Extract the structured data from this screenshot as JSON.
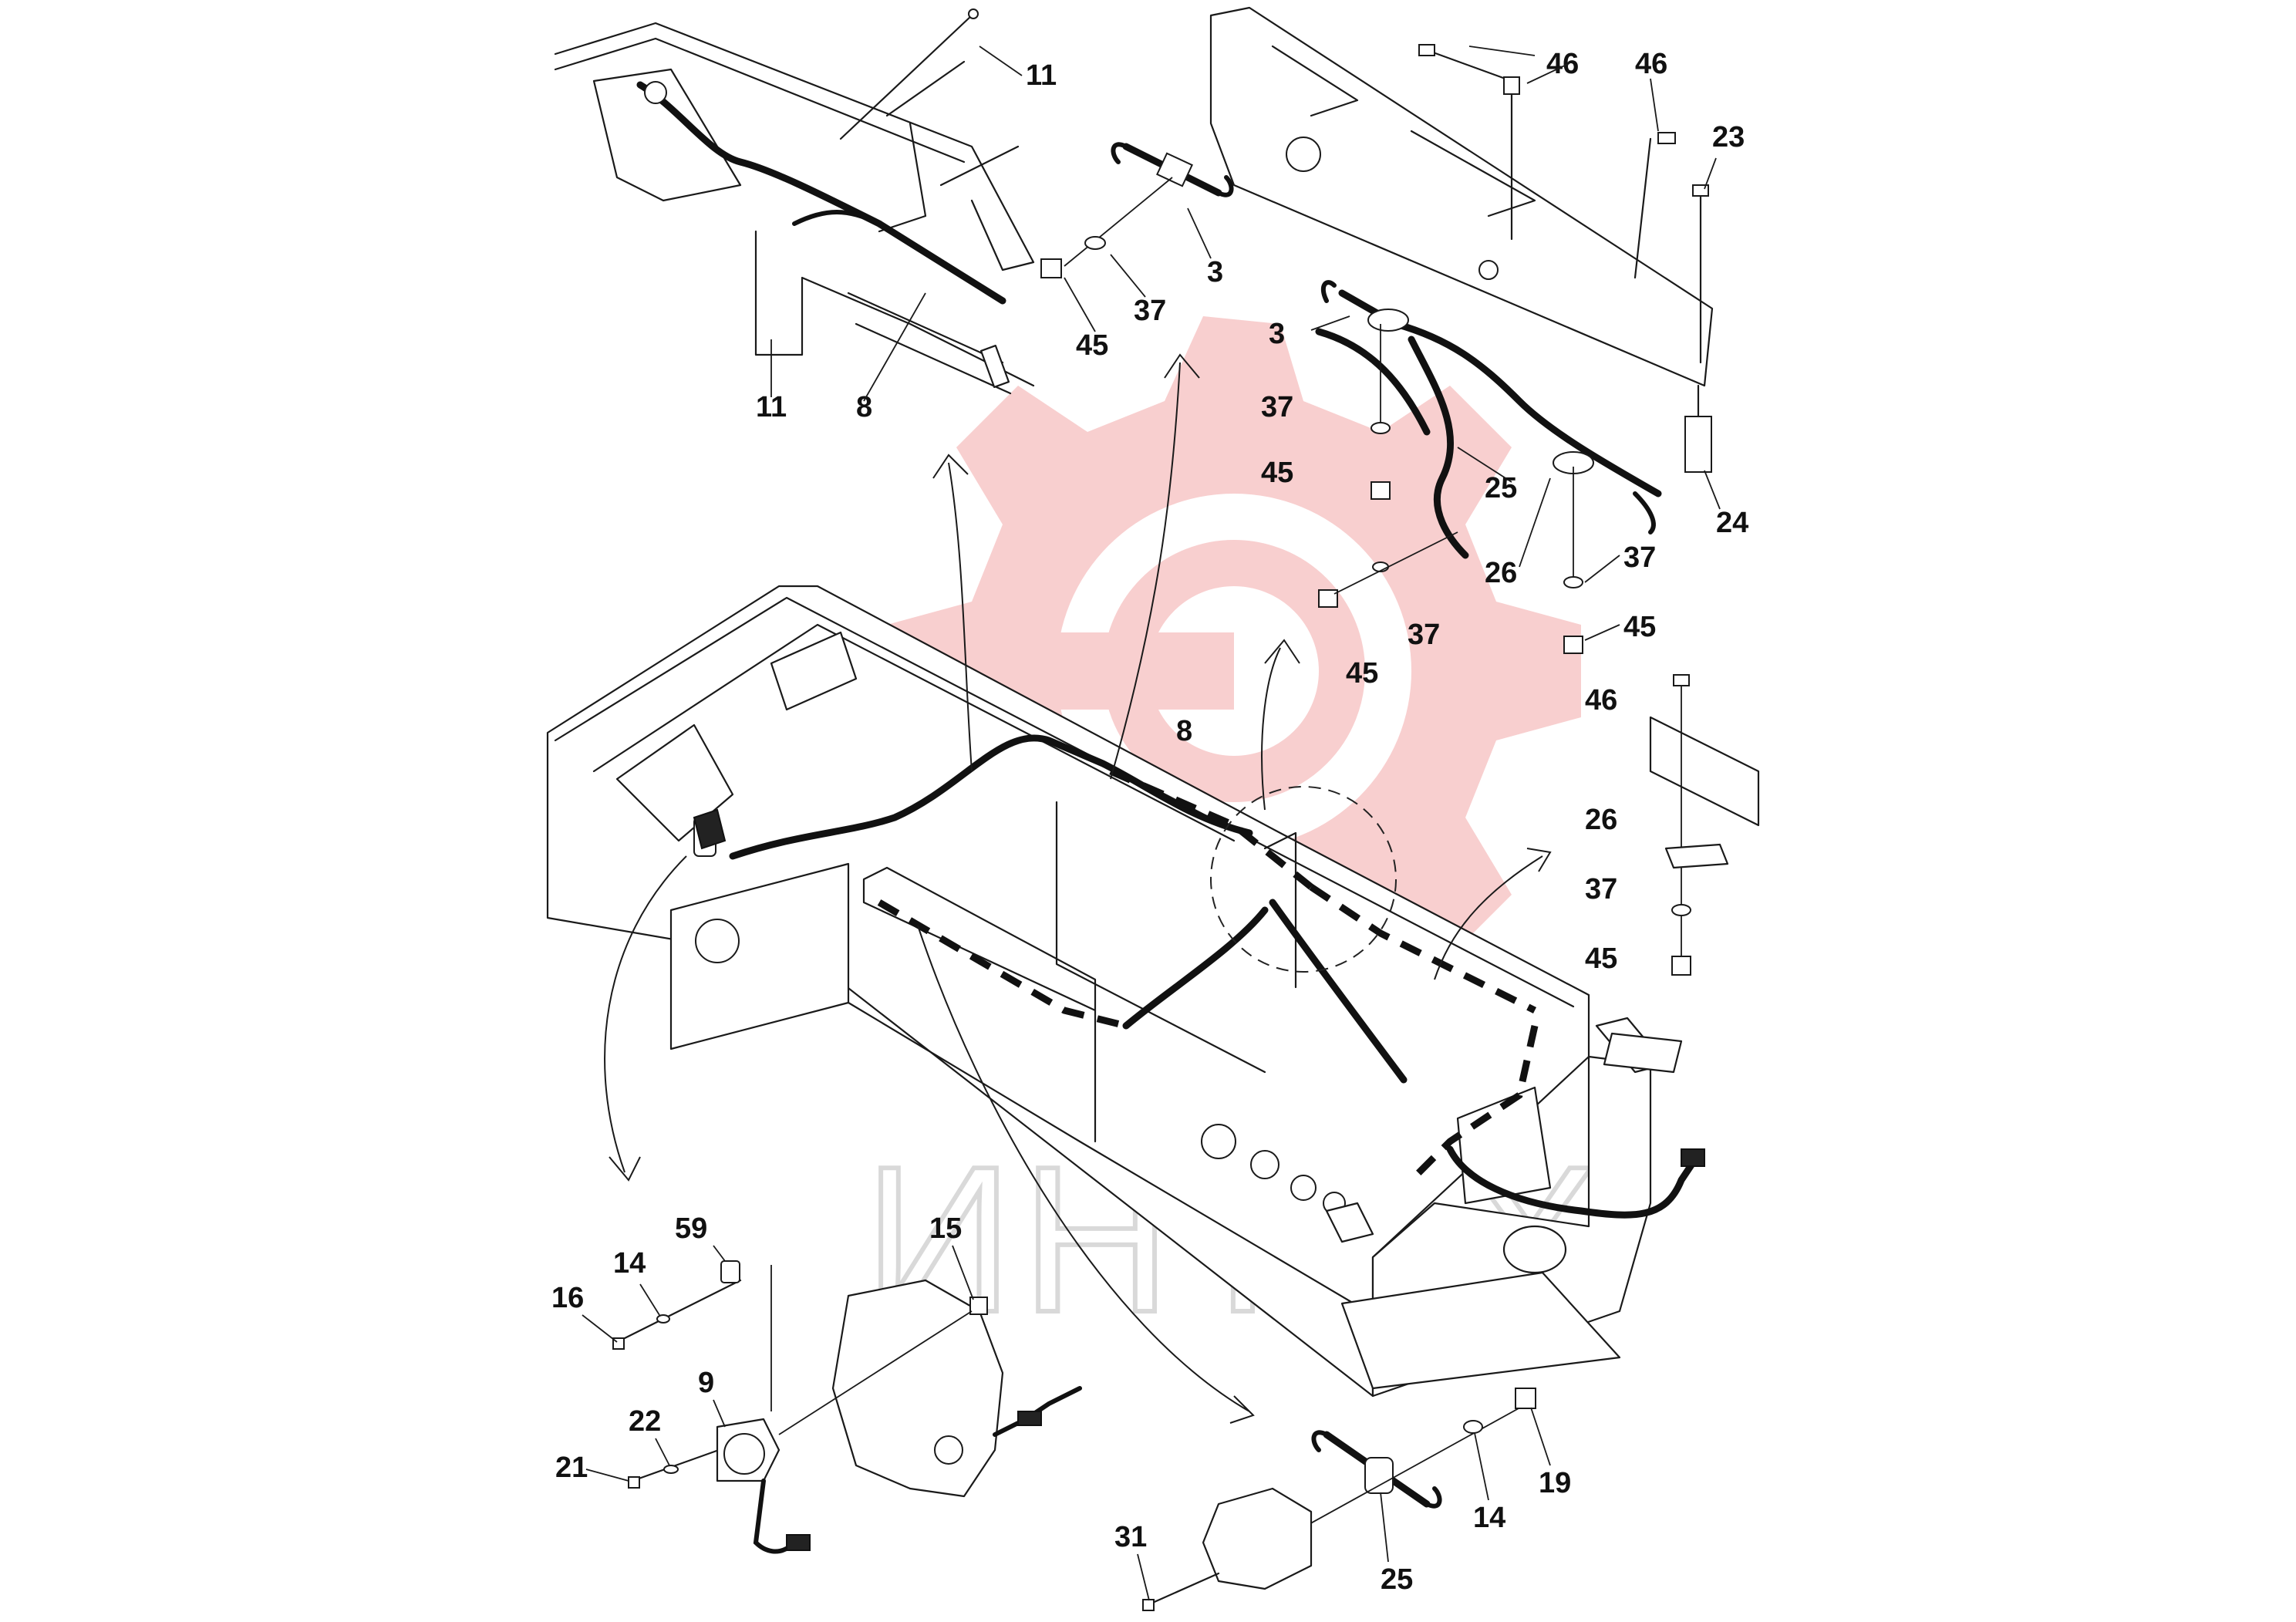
{
  "watermark": {
    "text": "ИНТЕХ",
    "color": "#f4c6c6"
  },
  "callouts": [
    {
      "id": "c11a",
      "label": "11"
    },
    {
      "id": "c11b",
      "label": "11"
    },
    {
      "id": "c8a",
      "label": "8"
    },
    {
      "id": "c8b",
      "label": "8"
    },
    {
      "id": "c3a",
      "label": "3"
    },
    {
      "id": "c37a",
      "label": "37"
    },
    {
      "id": "c45a",
      "label": "45"
    },
    {
      "id": "c46a",
      "label": "46"
    },
    {
      "id": "c46b",
      "label": "46"
    },
    {
      "id": "c23",
      "label": "23"
    },
    {
      "id": "c3b",
      "label": "3"
    },
    {
      "id": "c37b",
      "label": "37"
    },
    {
      "id": "c45b",
      "label": "45"
    },
    {
      "id": "c25a",
      "label": "25"
    },
    {
      "id": "c24",
      "label": "24"
    },
    {
      "id": "c26a",
      "label": "26"
    },
    {
      "id": "c37c",
      "label": "37"
    },
    {
      "id": "c45c",
      "label": "45"
    },
    {
      "id": "c37d",
      "label": "37"
    },
    {
      "id": "c45d",
      "label": "45"
    },
    {
      "id": "c46c",
      "label": "46"
    },
    {
      "id": "c26b",
      "label": "26"
    },
    {
      "id": "c37e",
      "label": "37"
    },
    {
      "id": "c45e",
      "label": "45"
    },
    {
      "id": "c59",
      "label": "59"
    },
    {
      "id": "c14a",
      "label": "14"
    },
    {
      "id": "c16",
      "label": "16"
    },
    {
      "id": "c15",
      "label": "15"
    },
    {
      "id": "c9",
      "label": "9"
    },
    {
      "id": "c22",
      "label": "22"
    },
    {
      "id": "c21",
      "label": "21"
    },
    {
      "id": "c31",
      "label": "31"
    },
    {
      "id": "c25b",
      "label": "25"
    },
    {
      "id": "c14b",
      "label": "14"
    },
    {
      "id": "c19",
      "label": "19"
    }
  ]
}
